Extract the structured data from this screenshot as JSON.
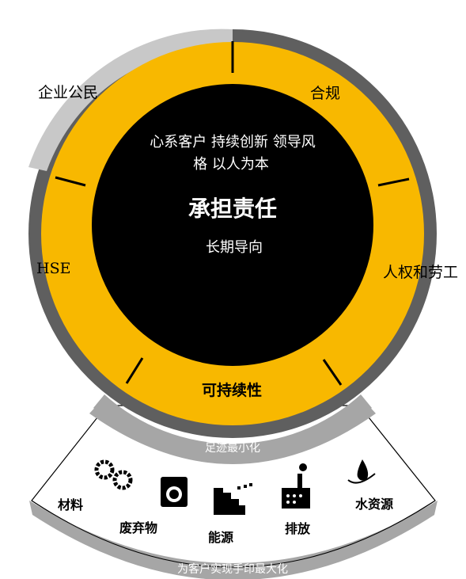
{
  "colors": {
    "yellow": "#F8B800",
    "dark_ring": "#5f5f5f",
    "light_ring": "#c8c8c8",
    "black": "#000000",
    "gray_band": "#a6a6a6"
  },
  "outer_ring": {
    "corporate_citizen": "企业公民",
    "compliance": "合规",
    "hse": "HSE",
    "human_rights_labor": "人权和劳工"
  },
  "center": {
    "values_line1": "心系客户  持续创新  领导风",
    "values_line2": "格  以人为本",
    "title": "承担责任",
    "subtitle": "长期导向"
  },
  "sustainability_label": "可持续性",
  "footprint_label": "足迹最小化",
  "handprint_label": "为客户实现手印最大化",
  "fan_items": [
    {
      "label": "材料",
      "icon": "gears-icon"
    },
    {
      "label": "废弃物",
      "icon": "washing-machine-icon"
    },
    {
      "label": "能源",
      "icon": "energy-bars-icon"
    },
    {
      "label": "排放",
      "icon": "factory-emission-icon"
    },
    {
      "label": "水资源",
      "icon": "water-drop-icon"
    }
  ]
}
